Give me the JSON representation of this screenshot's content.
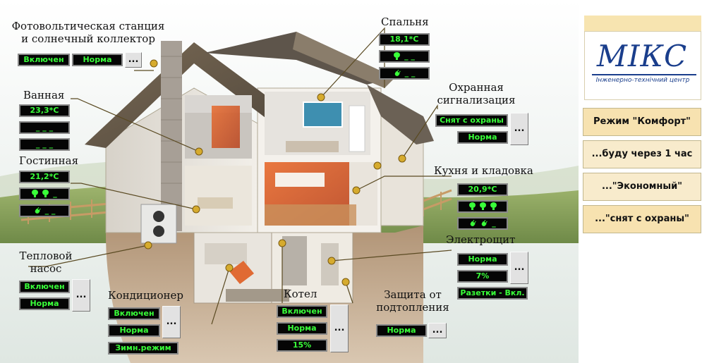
{
  "brand": {
    "name": "МІКС",
    "subtitle": "Інженерно-технічний центр"
  },
  "modes": [
    {
      "label": "Режим \"Комфорт\""
    },
    {
      "label": "...буду через 1 час"
    },
    {
      "label": "...\"Экономный\""
    },
    {
      "label": "...\"снят с охраны\""
    }
  ],
  "zones": {
    "solar": {
      "title_l1": "Фотовольтическая станция",
      "title_l2": "и солнечный коллектор",
      "state": "Включен",
      "status": "Норма",
      "more": "..."
    },
    "bathroom": {
      "title": "Ванная",
      "temp": "23,3*C",
      "line2": "_ _ _",
      "line3": "_ _ _"
    },
    "living": {
      "title": "Гостинная",
      "temp": "21,2*C",
      "lights_tail": "_",
      "plugs_tail": "_ _"
    },
    "heatpump": {
      "title_l1": "Тепловой",
      "title_l2": "насос",
      "state": "Включен",
      "status": "Норма",
      "more": "..."
    },
    "conditioner": {
      "title": "Кондиционер",
      "state": "Включен",
      "status": "Норма",
      "mode": "Зимн.режим",
      "more": "..."
    },
    "boiler": {
      "title": "Котел",
      "state": "Включен",
      "status": "Норма",
      "level": "15%",
      "more": "..."
    },
    "flood": {
      "title_l1": "Защита от",
      "title_l2": "подтопления",
      "status": "Норма",
      "more": "..."
    },
    "bedroom": {
      "title": "Спальня",
      "temp": "18,1*C",
      "lights_tail": "_ _",
      "plugs_tail": "_ _"
    },
    "alarm": {
      "title_l1": "Охранная",
      "title_l2": "сигнализация",
      "state": "Снят с охраны",
      "status": "Норма",
      "more": "..."
    },
    "kitchen": {
      "title": "Кухня и кладовка",
      "temp": "20,9*C",
      "plugs_tail": "_"
    },
    "panel": {
      "title": "Электрощит",
      "status": "Норма",
      "load": "7%",
      "sockets": "Разетки - Вкл.",
      "more": "..."
    }
  },
  "colors": {
    "indicator_bg": "#050505",
    "indicator_text": "#39ff39",
    "mode_button": "#f7e2b0",
    "brand_blue": "#1a3e8c"
  }
}
